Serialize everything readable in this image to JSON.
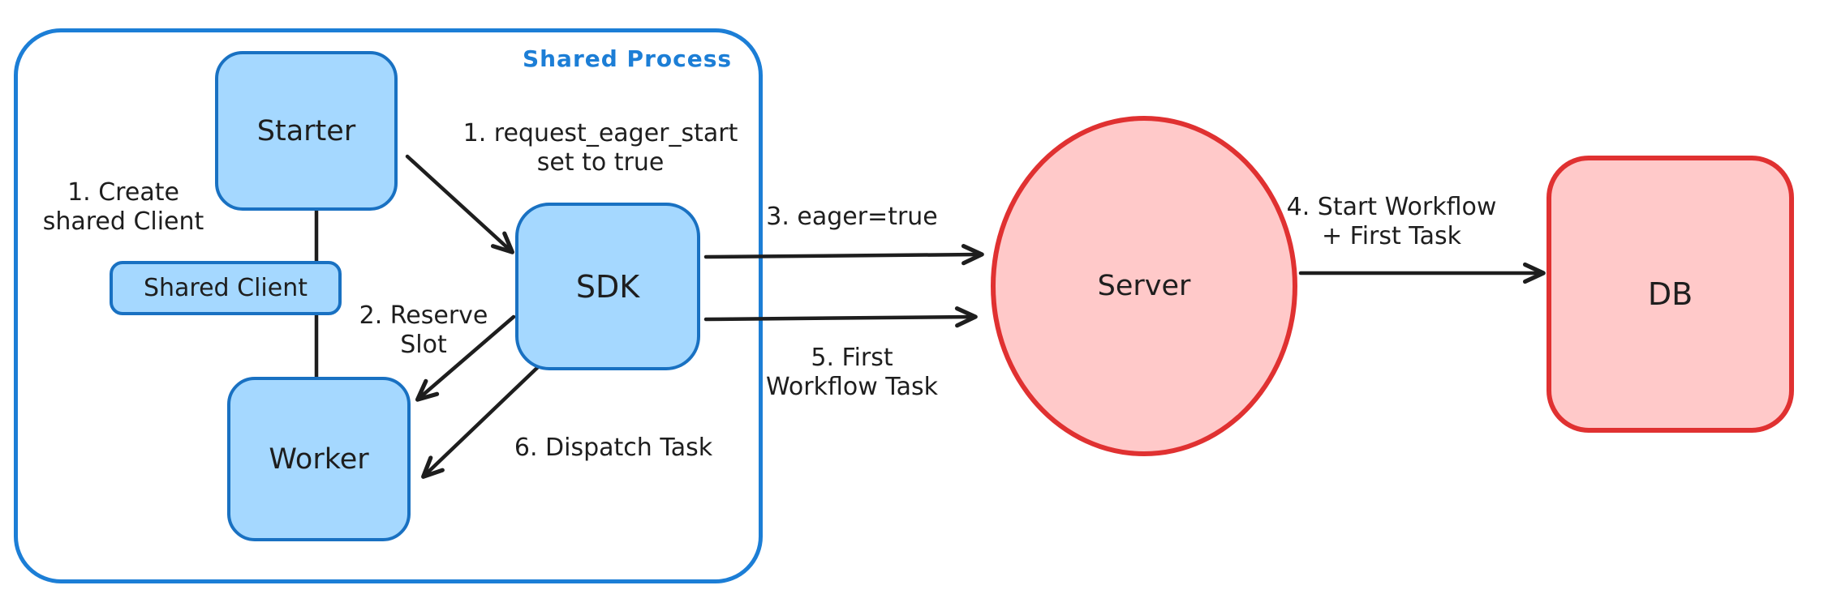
{
  "diagram": {
    "container_label": "Shared Process",
    "nodes": {
      "starter": "Starter",
      "shared_client": "Shared Client",
      "worker": "Worker",
      "sdk": "SDK",
      "server": "Server",
      "db": "DB"
    },
    "annotations": {
      "create_shared_client": {
        "line1": "1. Create",
        "line2": "shared Client"
      },
      "request_eager_start": {
        "line1": "1. request_eager_start",
        "line2": "set to true"
      },
      "reserve_slot": {
        "line1": "2. Reserve",
        "line2": "Slot"
      },
      "eager_true": {
        "line1": "3. eager=true"
      },
      "start_workflow": {
        "line1": "4. Start Workflow",
        "line2": "+ First Task"
      },
      "first_workflow_task": {
        "line1": "5. First",
        "line2": "Workflow Task"
      },
      "dispatch_task": {
        "line1": "6. Dispatch Task"
      }
    },
    "colors": {
      "blue_stroke": "#1c7ed6",
      "blue_node_stroke": "#1971c2",
      "blue_fill": "#a5d8ff",
      "red_stroke": "#e03131",
      "red_fill": "#ffc9c9",
      "ink": "#1e1e1e",
      "background": "#ffffff"
    }
  }
}
